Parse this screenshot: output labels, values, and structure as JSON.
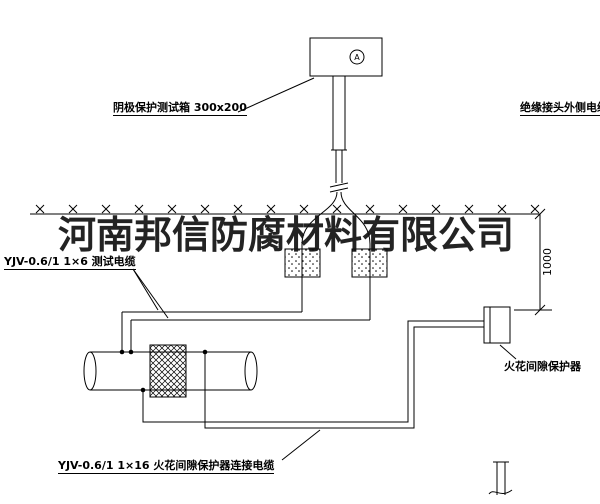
{
  "watermark": "河南邦信防腐材料有限公司",
  "labels": {
    "test_box": "阴极保护测试箱 300x200",
    "outer_cable": "绝缘接头外侧电缆",
    "test_cable": "YJV-0.6/1 1×6  测试电缆",
    "spark_gap_protector": "火花间隙保护器",
    "connection_cable": "YJV-0.6/1 1×16  火花间隙保护器连接电缆"
  },
  "dimension": "1000",
  "ammeter_symbol": "A",
  "colors": {
    "line": "#000000",
    "background": "#ffffff",
    "watermark": "#111111"
  }
}
